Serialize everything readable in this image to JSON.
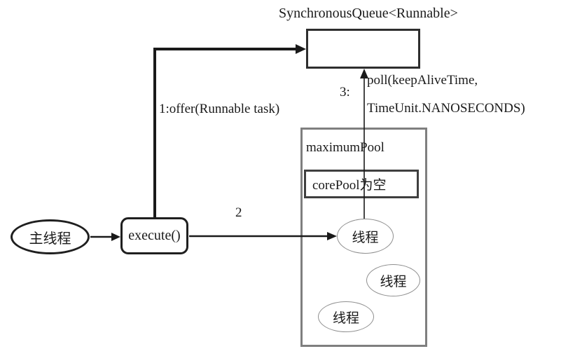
{
  "diagram": {
    "title": "SynchronousQueue&lt;Runnable&gt;",
    "title_plain": "SynchronousQueue<Runnable>",
    "nodes": {
      "main_thread": "主线程",
      "execute": "execute()",
      "maximum_pool": "maximumPool",
      "core_pool": "corePool为空",
      "thread1": "线程",
      "thread2": "线程",
      "thread3": "线程"
    },
    "labels": {
      "offer": "1:offer(Runnable task)",
      "step2": "2",
      "step3": "3:",
      "poll_line1": "poll(keepAliveTime,",
      "poll_line2": "TimeUnit.NANOSECONDS)"
    },
    "colors": {
      "line_black": "#1a1a1a",
      "queue_border": "#2e2e2e",
      "maximum_pool_border": "#7f7f7f",
      "core_pool_border": "#3f3f3f",
      "thread_ellipse_border": "#8f8f8f",
      "background": "#ffffff"
    }
  }
}
